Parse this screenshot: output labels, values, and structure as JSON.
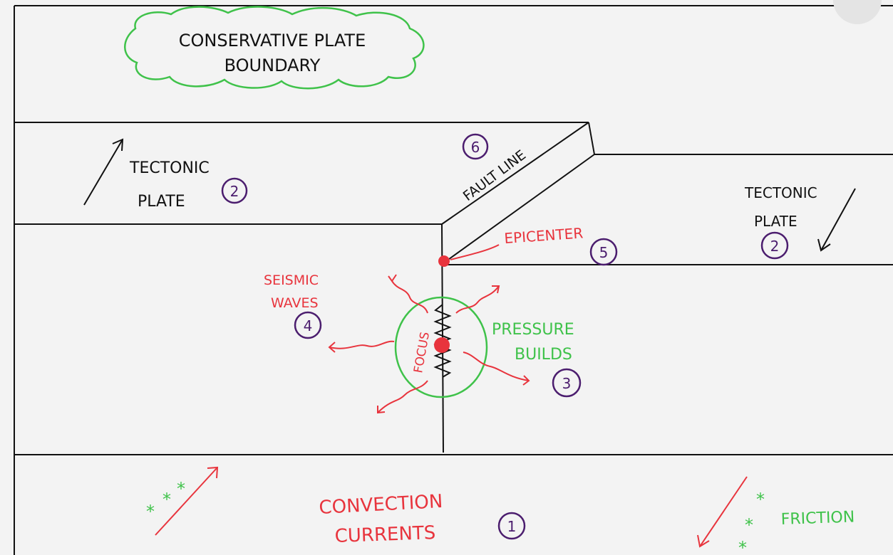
{
  "title": {
    "line1": "CONSERVATIVE PLATE",
    "line2": "BOUNDARY"
  },
  "labels": {
    "tectonic_left": "TECTONIC",
    "plate_left": "PLATE",
    "num_left": "2",
    "tectonic_right": "TECTONIC",
    "plate_right": "PLATE",
    "num_right": "2",
    "fault_line": "FAULT LINE",
    "num_fault": "6",
    "epicenter": "EPICENTER",
    "num_epicenter": "5",
    "seismic": "SEISMIC",
    "waves": "WAVES",
    "num_waves": "4",
    "focus": "FOCUS",
    "pressure": "PRESSURE",
    "builds": "BUILDS",
    "num_pressure": "3",
    "convection": "CONVECTION",
    "currents": "CURRENTS",
    "num_convection": "1",
    "friction": "FRICTION",
    "star": "*"
  },
  "colors": {
    "ink": "#111111",
    "red": "#e8343d",
    "green": "#3fc24a",
    "purple": "#4b1d6e",
    "paper": "#f3f3f3"
  }
}
